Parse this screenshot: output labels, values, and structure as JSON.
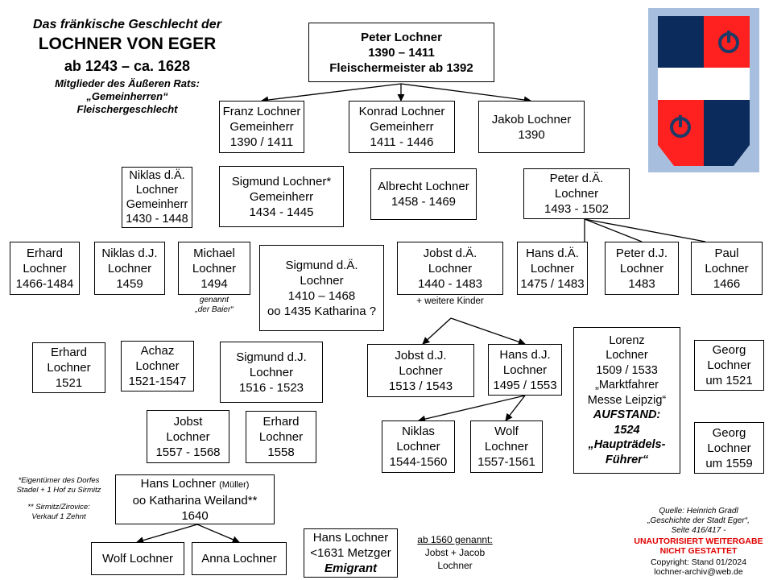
{
  "title": {
    "line1": "Das fränkische Geschlecht der",
    "line2": "LOCHNER VON EGER",
    "line3": "ab 1243 – ca. 1628",
    "line4": "Mitglieder  des Äußeren Rats:",
    "line5": "„Gemeinherren“",
    "line6": "Fleischergeschlecht"
  },
  "colors": {
    "red": "#ff2020",
    "navy": "#0a2b5c",
    "border": "#a8bede"
  },
  "icons": {
    "coat_of_arms": "coat-of-arms-icon"
  },
  "persons": {
    "peter": [
      "Peter Lochner",
      "1390 – 1411",
      "Fleischermeister  ab 1392"
    ],
    "franz": [
      "Franz Lochner",
      "Gemeinherr",
      "1390 / 1411"
    ],
    "konrad": [
      "Konrad Lochner",
      "Gemeinherr",
      "1411 - 1446"
    ],
    "jakob": [
      "Jakob Lochner",
      "1390"
    ],
    "niklas_ae": [
      "Niklas d.Ä.",
      "Lochner",
      "Gemeinherr",
      "1430 - 1448"
    ],
    "sigmund_lochner": [
      "Sigmund Lochner*",
      "Gemeinherr",
      "1434 - 1445"
    ],
    "albrecht": [
      "Albrecht Lochner",
      "1458 - 1469"
    ],
    "peter_ae": [
      "Peter d.Ä.",
      "Lochner",
      "1493 - 1502"
    ],
    "erhard_1466": [
      "Erhard",
      "Lochner",
      "1466-1484"
    ],
    "niklas_j": [
      "Niklas d.J.",
      "Lochner",
      "1459"
    ],
    "michael": [
      "Michael",
      "Lochner",
      "1494"
    ],
    "sigmund_ae": [
      "Sigmund d.Ä.",
      "Lochner",
      "1410 – 1468",
      "oo 1435 Katharina  ?"
    ],
    "jobst_ae": [
      "Jobst d.Ä.",
      "Lochner",
      "1440 - 1483"
    ],
    "hans_ae": [
      "Hans d.Ä.",
      "Lochner",
      "1475 / 1483"
    ],
    "peter_j": [
      "Peter d.J.",
      "Lochner",
      "1483"
    ],
    "paul": [
      "Paul",
      "Lochner",
      "1466"
    ],
    "erhard_1521": [
      "Erhard",
      "Lochner",
      "1521"
    ],
    "achaz": [
      "Achaz",
      "Lochner",
      "1521-1547"
    ],
    "sigmund_j": [
      "Sigmund d.J.",
      "Lochner",
      "1516 - 1523"
    ],
    "jobst_j": [
      "Jobst d.J.",
      "Lochner",
      "1513 / 1543"
    ],
    "hans_j": [
      "Hans d.J.",
      "Lochner",
      "1495 / 1553"
    ],
    "lorenz": [
      "Lorenz",
      "Lochner",
      "1509 / 1533",
      "„Marktfahrer",
      " Messe Leipzig“",
      "AUFSTAND:",
      "1524",
      "„Haupträdels-",
      "Führer“"
    ],
    "georg_1521": [
      "Georg",
      "Lochner",
      "um 1521"
    ],
    "jobst_1557": [
      "Jobst",
      "Lochner",
      "1557 - 1568"
    ],
    "erhard_1558": [
      "Erhard",
      "Lochner",
      "1558"
    ],
    "niklas_1544": [
      "Niklas",
      "Lochner",
      "1544-1560"
    ],
    "wolf_1557": [
      "Wolf",
      "Lochner",
      "1557-1561"
    ],
    "georg_1559": [
      "Georg",
      "Lochner",
      "um 1559"
    ],
    "hans_mueller": [
      "Hans Lochner",
      "(Müller)",
      "oo Katharina Weiland**",
      "1640"
    ],
    "wolf_lochner": [
      "Wolf Lochner"
    ],
    "anna_lochner": [
      "Anna Lochner"
    ],
    "hans_metzger": [
      "Hans Lochner",
      "<1631 Metzger",
      "Emigrant"
    ]
  },
  "notes": {
    "michael_nick": [
      "genannt",
      "„der Baier“"
    ],
    "weitere_kinder": "+ weitere  Kinder",
    "footnote_1": [
      "*Eigentümer des Dorfes",
      "Stadel + 1 Hof zu Sirmitz"
    ],
    "footnote_2": [
      "** Sirmitz/Zirovice:",
      "Verkauf 1 Zehnt"
    ],
    "ab_1560": [
      "ab 1560 genannt:",
      "Jobst + Jacob",
      "Lochner"
    ],
    "source": [
      "Quelle: Heinrich Gradl",
      "„Geschichte der Stadt Eger“,",
      "Seite 416/417 -"
    ],
    "warning": [
      "UNAUTORISIERT  WEITERGABE",
      "NICHT GESTATTET"
    ],
    "copyright": [
      "Copyright:  Stand 01/2024",
      "lochner-archiv@web.de"
    ]
  }
}
